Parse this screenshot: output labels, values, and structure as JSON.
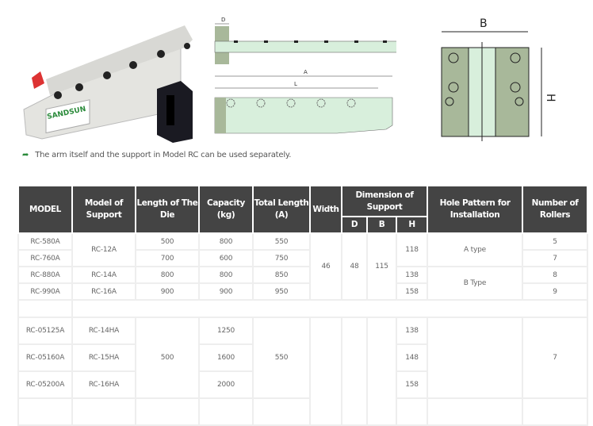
{
  "note": {
    "text": "The arm itself and the support in Model RC can be used separately."
  },
  "images": {
    "product_logo": "SANDSUN",
    "side_view_labels": {
      "d": "D",
      "a": "A",
      "l": "L"
    },
    "support_view_labels": {
      "b": "B",
      "h": "H"
    }
  },
  "table": {
    "headers": {
      "model": "MODEL",
      "support": "Model of Support",
      "length": "Length of The Die",
      "capacity": "Capacity (kg)",
      "total": "Total Length (A)",
      "width": "Width",
      "dimension": "Dimension of Support",
      "d": "D",
      "b": "B",
      "h": "H",
      "hole": "Hole Pattern for Installation",
      "rollers": "Number of Rollers"
    },
    "rows": [
      {
        "model": "RC-580A",
        "support": "RC-12A",
        "length": "500",
        "capacity": "800",
        "total": "550",
        "width": "46",
        "d": "48",
        "b": "115",
        "h": "118",
        "hole": "A type",
        "rollers": "5"
      },
      {
        "model": "RC-760A",
        "length": "700",
        "capacity": "600",
        "total": "750",
        "rollers": "7"
      },
      {
        "model": "RC-880A",
        "support": "RC-14A",
        "length": "800",
        "capacity": "800",
        "total": "850",
        "h": "138",
        "hole": "B Type",
        "rollers": "8"
      },
      {
        "model": "RC-990A",
        "support": "RC-16A",
        "length": "900",
        "capacity": "900",
        "total": "950",
        "h": "158",
        "rollers": "9"
      },
      {
        "model": "RC-05125A",
        "support": "RC-14HA",
        "length": "500",
        "capacity": "1250",
        "total": "550",
        "h": "138",
        "rollers": "7"
      },
      {
        "model": "RC-05160A",
        "support": "RC-15HA",
        "capacity": "1600",
        "h": "148"
      },
      {
        "model": "RC-05200A",
        "support": "RC-16HA",
        "capacity": "2000",
        "h": "158"
      }
    ]
  }
}
